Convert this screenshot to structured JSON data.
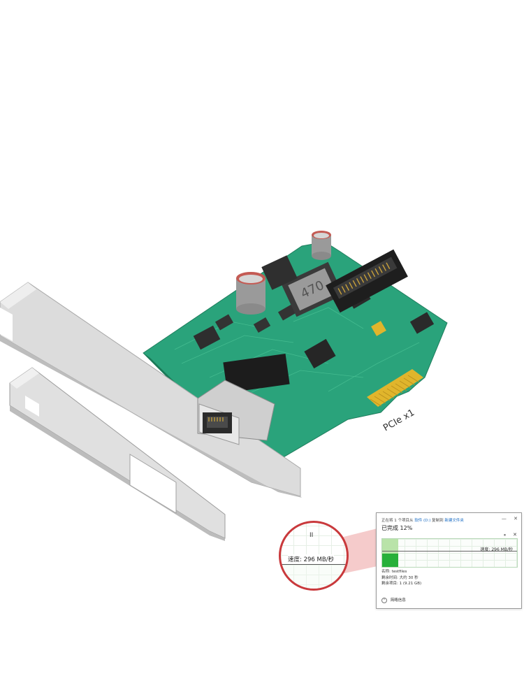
{
  "product": {
    "pcie_label": "PCIe x1",
    "colors": {
      "pcb": "#2aa37b",
      "bracket": "#d8d8d8",
      "gold": "#e0b52c",
      "magnifier_ring": "#c9393c"
    }
  },
  "dialog": {
    "header_line": "正在将 1 个项目从",
    "header_src": "软件 (D:)",
    "header_mid": "复制到",
    "header_dst": "新建文件夹",
    "min_icon": "—",
    "close_icon": "✕",
    "completed": "已完成 12%",
    "pause_icon": "⏸",
    "cancel_icon": "✕",
    "speed": "速度: 296 MB/秒",
    "progress_percent": 12,
    "name_line": "名称: testfiles",
    "time_line": "剩余时间: 大约 30 秒",
    "items_line": "剩余项目: 1 (9.21 GB)",
    "less_details": "简略信息",
    "less_icon": "⌃"
  },
  "magnifier": {
    "pause_icon": "II",
    "speed": "速度: 296 MB/秒"
  }
}
